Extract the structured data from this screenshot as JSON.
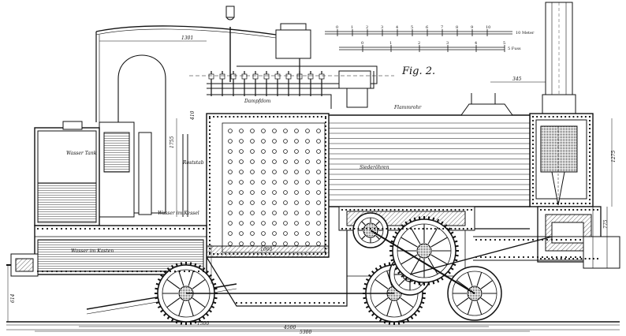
{
  "figure": {
    "caption": "Fig. 2."
  },
  "scales": {
    "upper": [
      "0",
      "1",
      "2",
      "3",
      "4",
      "5",
      "6",
      "7",
      "8",
      "9",
      "10"
    ],
    "upper_end": "10 Meter",
    "lower": [
      "0",
      "1",
      "2",
      "3",
      "4",
      "5"
    ],
    "lower_end": "5 Fuss"
  },
  "dimensions": {
    "top_width": "1301",
    "chimney_offset": "345",
    "right_height": "1275",
    "left_height": "1755",
    "mid_height": "410",
    "lower_left": "614",
    "axle_right": "775",
    "firebox_base": "1060",
    "wheelbase": "1500",
    "overall_length": "5300",
    "overall_length_upper": "4500"
  },
  "labels": {
    "water_tank": "Wasser Tank",
    "water_level": "Wasser im Kessel",
    "grate": "Roststab",
    "tubes": "Siederöhren",
    "water_box": "Wasser im Kasten",
    "flame_line": "Flammrohr",
    "steam_dome": "Dampfdom"
  },
  "colors": {
    "ink": "#111111",
    "paper": "#ffffff"
  }
}
